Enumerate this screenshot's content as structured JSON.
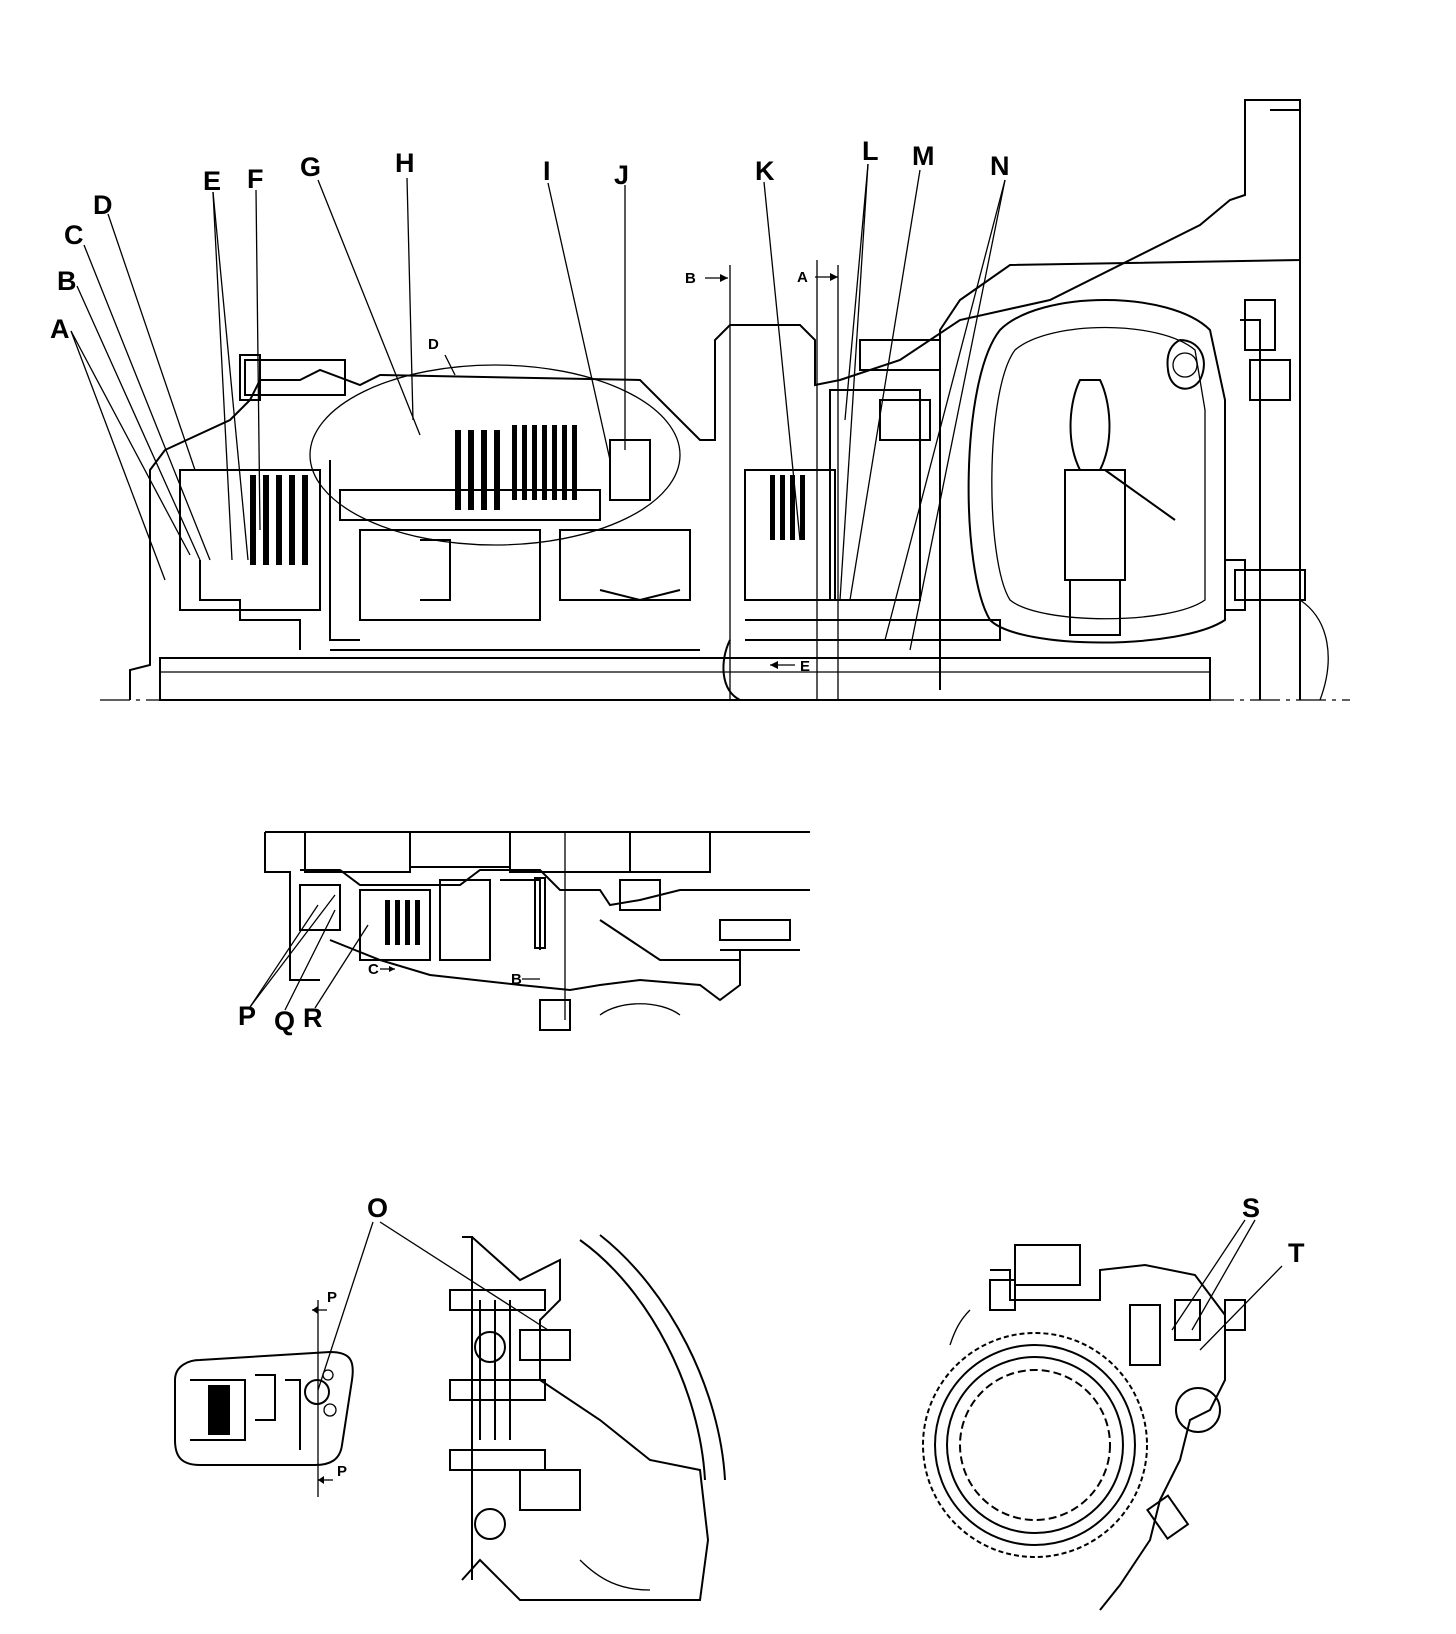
{
  "colors": {
    "ink": "#000000",
    "paper": "#ffffff"
  },
  "main_section": {
    "callouts": [
      "A",
      "B",
      "C",
      "D",
      "E",
      "F",
      "G",
      "H",
      "I",
      "J",
      "K",
      "L",
      "M",
      "N"
    ],
    "inner_labels": {
      "d_bubble": "D",
      "section_b": "B",
      "section_a": "A",
      "section_e": "E"
    }
  },
  "middle_section": {
    "callouts": [
      "P",
      "Q",
      "R"
    ],
    "inner_labels": {
      "section_c": "C",
      "section_b": "B"
    }
  },
  "bottom_left": {
    "callouts": [
      "O"
    ],
    "inner_labels": {
      "section_p_top": "P",
      "section_p_bottom": "P"
    }
  },
  "bottom_right": {
    "callouts": [
      "S",
      "T"
    ]
  }
}
